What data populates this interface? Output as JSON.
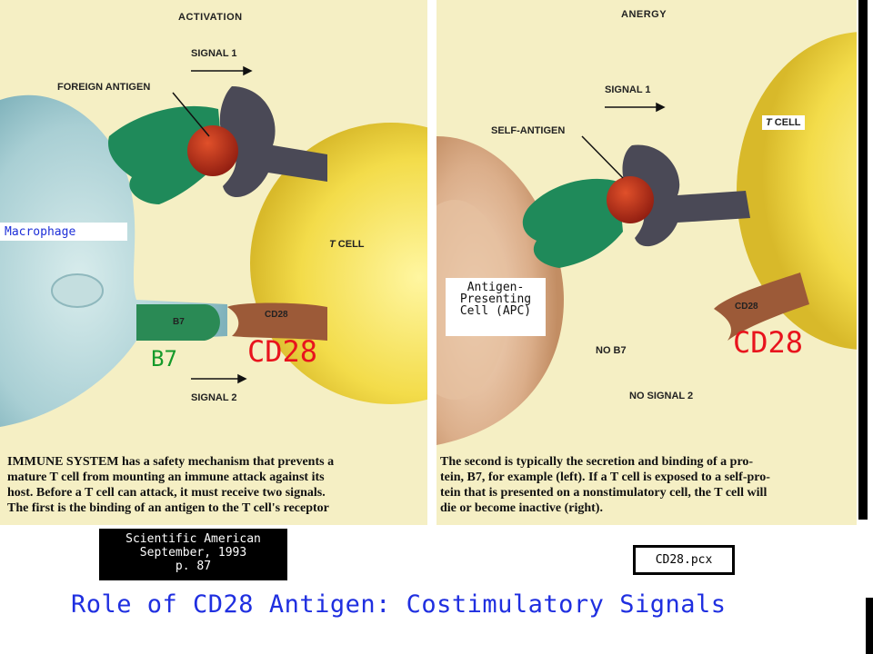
{
  "left_panel": {
    "header": "ACTIVATION",
    "signal1": "SIGNAL 1",
    "foreign_antigen": "FOREIGN ANTIGEN",
    "tcell_italic": "T",
    "tcell_rest": " CELL",
    "b7_small": "B7",
    "cd28_small": "CD28",
    "signal2": "SIGNAL 2",
    "macrophage_tag": "Macrophage",
    "b7_big": "B7",
    "cd28_big": "CD28",
    "caption": [
      "IMMUNE SYSTEM has a safety mechanism that prevents a",
      "mature T cell from mounting an immune attack against its",
      "host. Before a T cell can attack, it must receive two signals.",
      "The first is the binding of an antigen to the T cell's receptor"
    ]
  },
  "right_panel": {
    "header": "ANERGY",
    "signal1": "SIGNAL 1",
    "self_antigen": "SELF-ANTIGEN",
    "tcell_italic": "T",
    "tcell_rest": " CELL",
    "apc_tag": [
      "Antigen-",
      "Presenting",
      "Cell (APC)"
    ],
    "cd28_small": "CD28",
    "cd28_big": "CD28",
    "no_b7": "NO B7",
    "no_signal2": "NO SIGNAL 2",
    "caption": [
      "The second is typically the secretion and binding of a pro-",
      "tein, B7, for example (left). If a T cell is exposed to a self-pro-",
      "tein that is presented on a nonstimulatory cell, the T cell will",
      "die or become inactive (right)."
    ]
  },
  "citation": [
    "Scientific American",
    "September, 1993",
    "p. 87"
  ],
  "filename": "CD28.pcx",
  "title": "Role of CD28 Antigen: Costimulatory Signals",
  "colors": {
    "title_blue": "#1f2fe0",
    "macrophage_blue": "#1e2fd8",
    "cd28_red": "#e8141d",
    "b7_green": "#159a2a",
    "panel_bg": "#f5efc4"
  }
}
